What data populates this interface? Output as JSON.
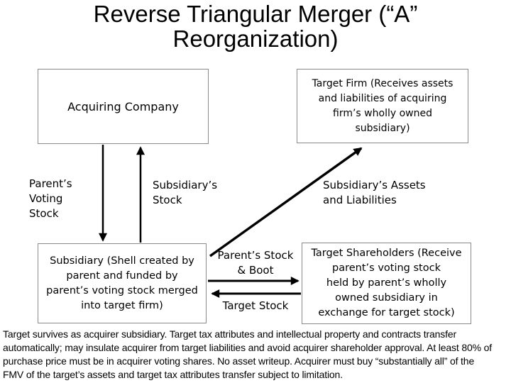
{
  "title": "Reverse Triangular Merger (“A”\nReorganization)",
  "boxes": {
    "acquiring_company": "Acquiring Company",
    "target_firm": "Target Firm (Receives assets\nand liabilities of acquiring\nfirm’s wholly owned\nsubsidiary)",
    "subsidiary": "Subsidiary (Shell created by\nparent and funded by\nparent’s voting stock merged\ninto target firm)",
    "target_shareholders": "Target Shareholders (Receive\nparent’s voting stock\nheld by parent’s wholly\nowned subsidiary in\nexchange for target stock)"
  },
  "arrow_labels": {
    "parents_voting_stock": "Parent’s\nVoting\nStock",
    "subsidiarys_stock": "Subsidiary’s\nStock",
    "subsidiarys_assets_liabilities": "Subsidiary’s Assets\nand Liabilities",
    "parents_stock_and_boot": "Parent’s Stock\n& Boot",
    "target_stock": "Target Stock"
  },
  "footer": "Target survives as acquirer subsidiary. Target tax attributes and intellectual property and contracts transfer\nautomatically; may insulate acquirer from target liabilities and avoid acquirer shareholder approval. At least 80% of\npurchase price must be in acquirer voting shares.  No asset writeup. Acquirer must buy “substantially all” of the\nFMV of the target’s assets and target tax attributes transfer subject to limitation.",
  "colors": {
    "background": "#ffffff",
    "box_border": "#8a8a8a",
    "arrow": "#000000",
    "text": "#000000"
  }
}
